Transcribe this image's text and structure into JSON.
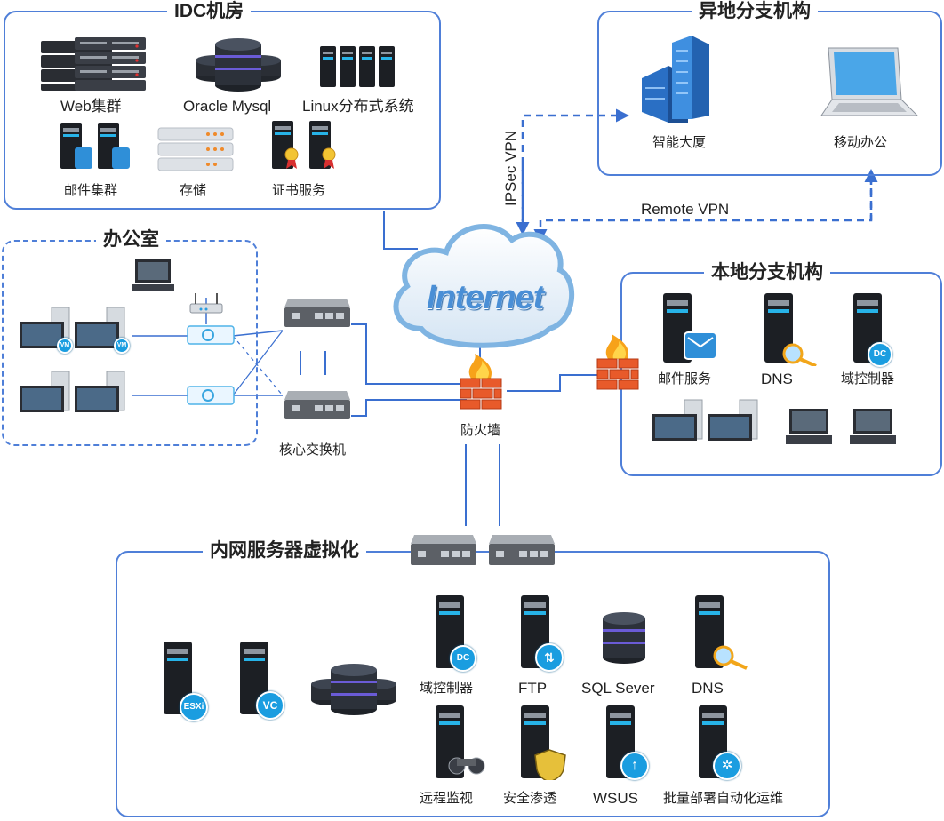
{
  "sections": {
    "idc": "IDC机房",
    "remote_branch": "异地分支机构",
    "office": "办公室",
    "local_branch": "本地分支机构",
    "intranet": "内网服务器虚拟化"
  },
  "idc": {
    "web_cluster": "Web集群",
    "oracle_mysql": "Oracle Mysql",
    "linux_dist": "Linux分布式系统",
    "mail_cluster": "邮件集群",
    "storage": "存储",
    "cert_service": "证书服务"
  },
  "remote_branch": {
    "smart_building": "智能大厦",
    "mobile_office": "移动办公"
  },
  "network": {
    "ipsec_vpn": "IPSec VPN",
    "remote_vpn": "Remote VPN",
    "internet": "Internet",
    "firewall": "防火墙",
    "core_switch": "核心交换机"
  },
  "local_branch": {
    "mail_service": "邮件服务",
    "dns": "DNS",
    "domain_controller": "域控制器"
  },
  "intranet": {
    "domain_controller": "域控制器",
    "ftp": "FTP",
    "sql_server": "SQL Sever",
    "dns": "DNS",
    "remote_monitor": "远程监视",
    "security_pentest": "安全渗透",
    "wsus": "WSUS",
    "batch_deploy": "批量部署自动化运维"
  },
  "badges": {
    "vm": "VM",
    "dc": "DC",
    "esxi": "ESXi",
    "vc": "VC"
  },
  "colors": {
    "border_blue": "#4f7fd8",
    "link_blue": "#3a6fd0",
    "server_dark": "#1c1f24",
    "accent_cyan": "#1a9de0"
  }
}
